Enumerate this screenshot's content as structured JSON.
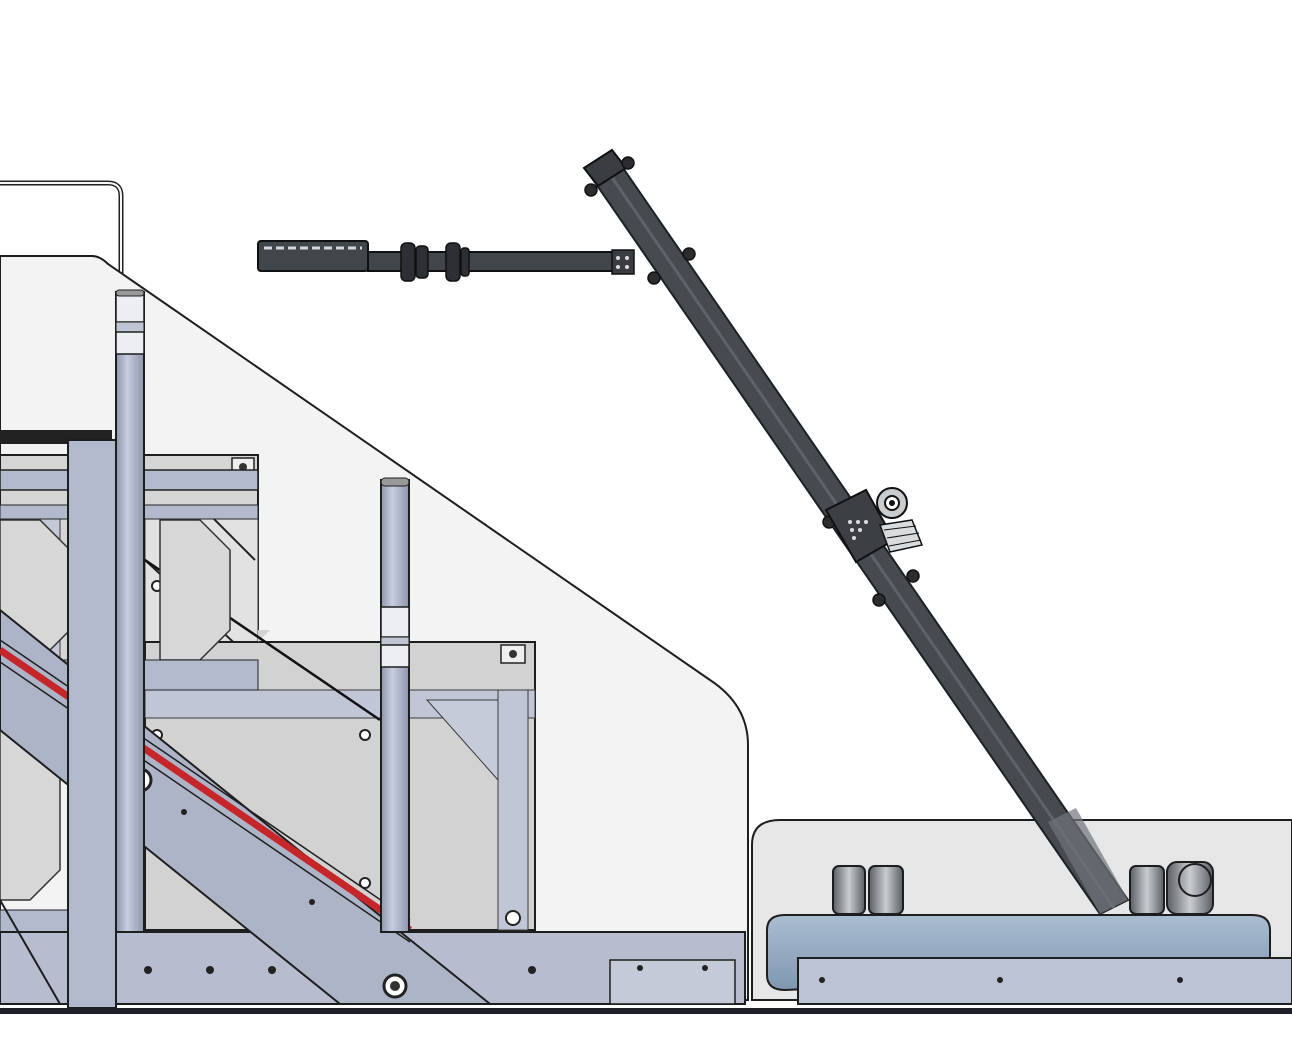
{
  "view": {
    "background": "#ffffff",
    "colors": {
      "frame_steel": "#b3b9cc",
      "frame_steel_dark": "#9aa1b6",
      "plate_grey": "#d2d2d2",
      "plate_grey_light": "#dcdcdc",
      "arm_dark": "#454a4f",
      "arm_edge": "#1e2124",
      "housing_translucent": "#f1f1f1",
      "base_blue": "#8ea6bf",
      "rail_strip": "#c9cfdd",
      "accent_red": "#c4262a",
      "outline": "#1a1a1a"
    }
  },
  "parts": [
    {
      "name": "lift-frame-left",
      "icon": "frame-structure"
    },
    {
      "name": "transparent-housing-cover",
      "icon": "cover-shell"
    },
    {
      "name": "vertical-post-tall",
      "icon": "cylinder-post"
    },
    {
      "name": "vertical-post-short",
      "icon": "cylinder-post"
    },
    {
      "name": "diagonal-brace-with-red-strip",
      "icon": "diagonal-beam"
    },
    {
      "name": "gusset-plate-upper",
      "icon": "gusset-plate"
    },
    {
      "name": "gusset-plate-lower",
      "icon": "gusset-plate"
    },
    {
      "name": "intake-arm-pivot-beam",
      "icon": "pivot-arm"
    },
    {
      "name": "horizontal-extension-bar",
      "icon": "extension-bar"
    },
    {
      "name": "arm-motor-mount",
      "icon": "motor-mount"
    },
    {
      "name": "base-tray-blue",
      "icon": "base-tray"
    },
    {
      "name": "base-motors",
      "icon": "motor-cluster"
    },
    {
      "name": "bottom-rail",
      "icon": "rail"
    }
  ]
}
